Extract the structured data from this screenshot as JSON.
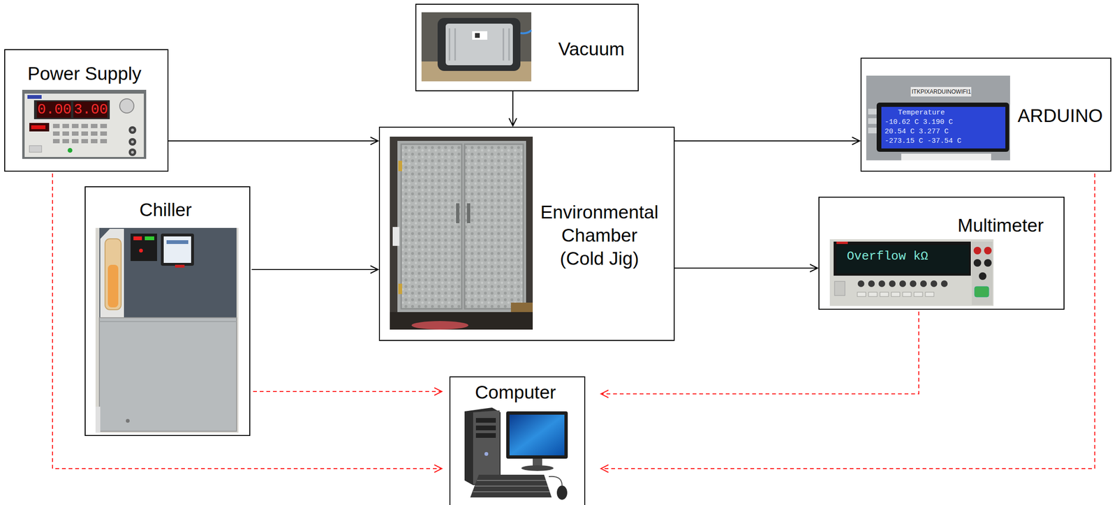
{
  "diagram": {
    "nodes": [
      {
        "text": [
          "Power Supply"
        ]
      },
      {
        "text": [
          "Vacuum"
        ]
      },
      {
        "text": [
          "ARDUINO"
        ]
      },
      {
        "text": [
          "Chiller"
        ]
      },
      {
        "text": [
          "Environmental Chamber (Cold Jig)"
        ]
      },
      {
        "text": [
          "Multimeter"
        ]
      },
      {
        "text": [
          "Computer"
        ]
      }
    ],
    "edges": [
      {
        "from": 0,
        "to": 4,
        "arrow": "to"
      },
      {
        "from": 1,
        "to": 4,
        "arrow": "to"
      },
      {
        "from": 3,
        "to": 4,
        "arrow": "to"
      },
      {
        "from": 4,
        "to": 2,
        "arrow": "to"
      },
      {
        "from": 4,
        "to": 5,
        "arrow": "to"
      },
      {
        "from": 3,
        "to": 6,
        "arrow": "to"
      },
      {
        "from": 0,
        "to": 6,
        "arrow": "to"
      },
      {
        "from": 5,
        "to": 6,
        "arrow": "to"
      },
      {
        "from": 2,
        "to": 6,
        "arrow": "to"
      }
    ],
    "labels": [
      "0.00",
      "3.00",
      "ITKPIXARDUINOWIFI1",
      "Temperature",
      "-10.62 C 3.190 C",
      "20.54 C 3.277 C",
      "-273.15 C -37.54 C",
      "Overflow kΩ"
    ]
  }
}
